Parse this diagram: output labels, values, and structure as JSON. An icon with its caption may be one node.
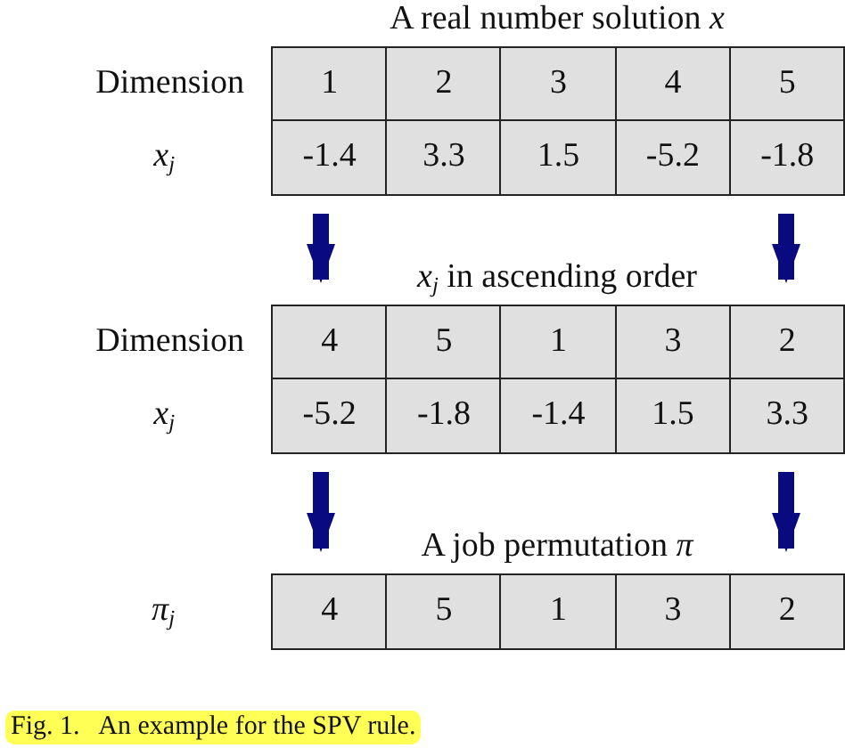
{
  "diagram": {
    "caption": "Fig. 1.   An example for the SPV rule.",
    "nodes": [
      {
        "text": [
          "A real number solution *x*",
          "1",
          "2",
          "3",
          "4",
          "5",
          "-1.4",
          "3.3",
          "1.5",
          "-5.2",
          "-1.8"
        ],
        "beside": [
          "Dimension",
          "*x*$_{j}$"
        ]
      },
      {
        "text": [
          "*x*$_{j}$ in ascending order",
          "4",
          "5",
          "1",
          "3",
          "2",
          "-5.2",
          "-1.8",
          "-1.4",
          "1.5",
          "3.3"
        ],
        "beside": [
          "Dimension",
          "*x*$_{j}$"
        ]
      },
      {
        "text": [
          "A job permutation *π*",
          "4",
          "5",
          "1",
          "3",
          "2"
        ],
        "beside": [
          "*π*$_{j}$"
        ]
      }
    ],
    "edges": [
      {
        "from": 0,
        "to": 1,
        "arrow": "to"
      },
      {
        "from": 0,
        "to": 1,
        "arrow": "to"
      },
      {
        "from": 1,
        "to": 2,
        "arrow": "to"
      },
      {
        "from": 1,
        "to": 2,
        "arrow": "to"
      }
    ]
  }
}
